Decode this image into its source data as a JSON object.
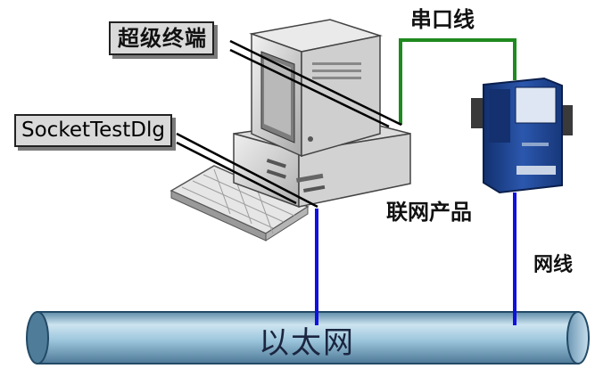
{
  "labels": {
    "super_terminal": "超级终端",
    "socket_test_dlg": "SocketTestDlg",
    "serial_cable": "串口线",
    "networked_product": "联网产品",
    "network_cable": "网线",
    "ethernet": "以太网"
  },
  "colors": {
    "serial_cable": "#1f8a1f",
    "network_cable": "#1010e0",
    "ethernet_fill": "#9cc6dc",
    "callout_bg": "#d9d9d9",
    "device_body": "#1c3f8c"
  },
  "icons": {
    "computer": "desktop-computer-icon",
    "keyboard": "keyboard-icon",
    "device": "serial-server-icon"
  }
}
